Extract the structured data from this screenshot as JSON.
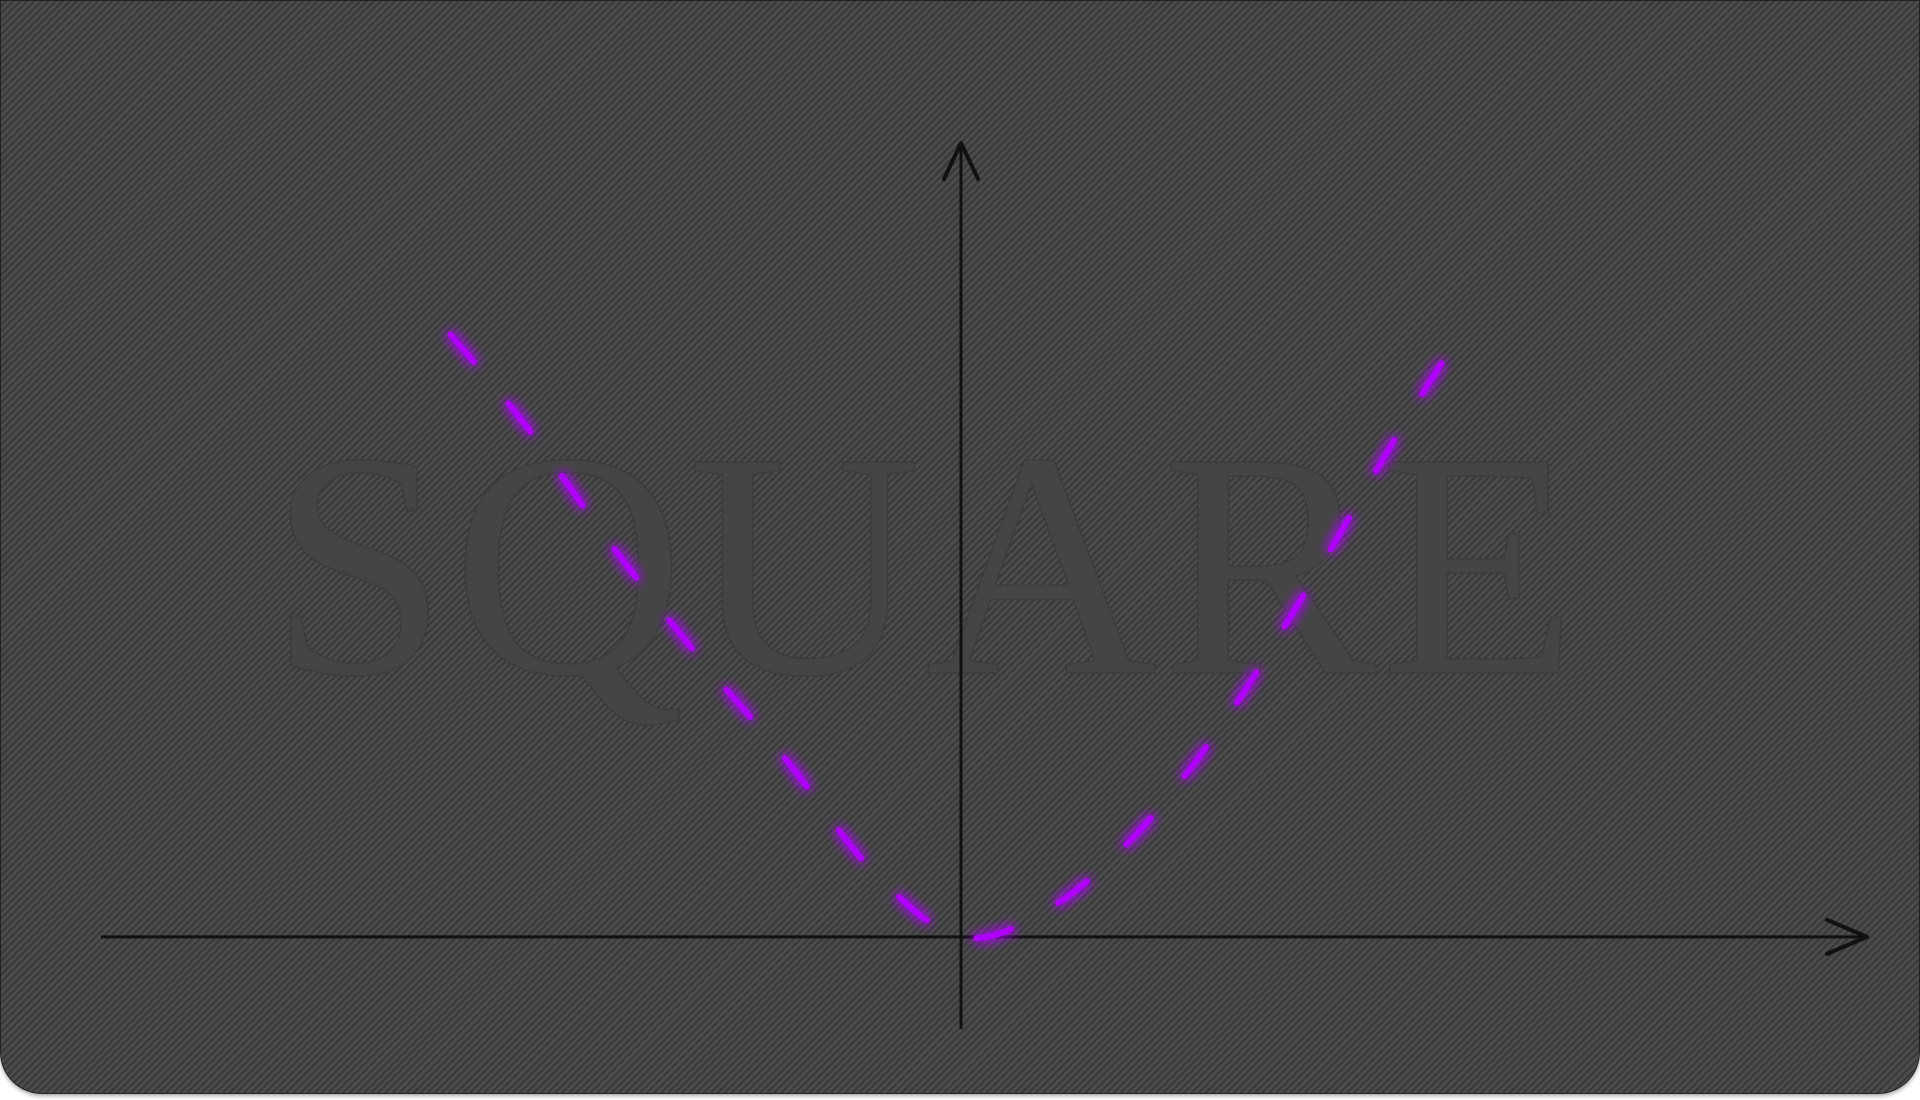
{
  "watermark": "SQUARE",
  "chart_data": {
    "type": "line",
    "title": "",
    "xlabel": "",
    "ylabel": "",
    "xlim": [
      -5,
      5
    ],
    "ylim": [
      -1,
      8.5
    ],
    "grid": false,
    "legend": "none",
    "line_style": "dashed",
    "series": [
      {
        "color": "#b000ff",
        "x": [
          -2.9,
          -2.5,
          -2.0,
          -1.5,
          -1.0,
          -0.5,
          0.0,
          0.5,
          1.0,
          1.5,
          2.0,
          2.5,
          2.8
        ],
        "y": [
          6.4,
          5.5,
          4.2,
          3.0,
          1.9,
          0.7,
          0.0,
          0.3,
          1.1,
          2.3,
          3.8,
          5.4,
          6.3
        ]
      }
    ]
  },
  "colors": {
    "background": "#4a4a4a",
    "axes": "#111111",
    "curve": "#b000ff"
  }
}
